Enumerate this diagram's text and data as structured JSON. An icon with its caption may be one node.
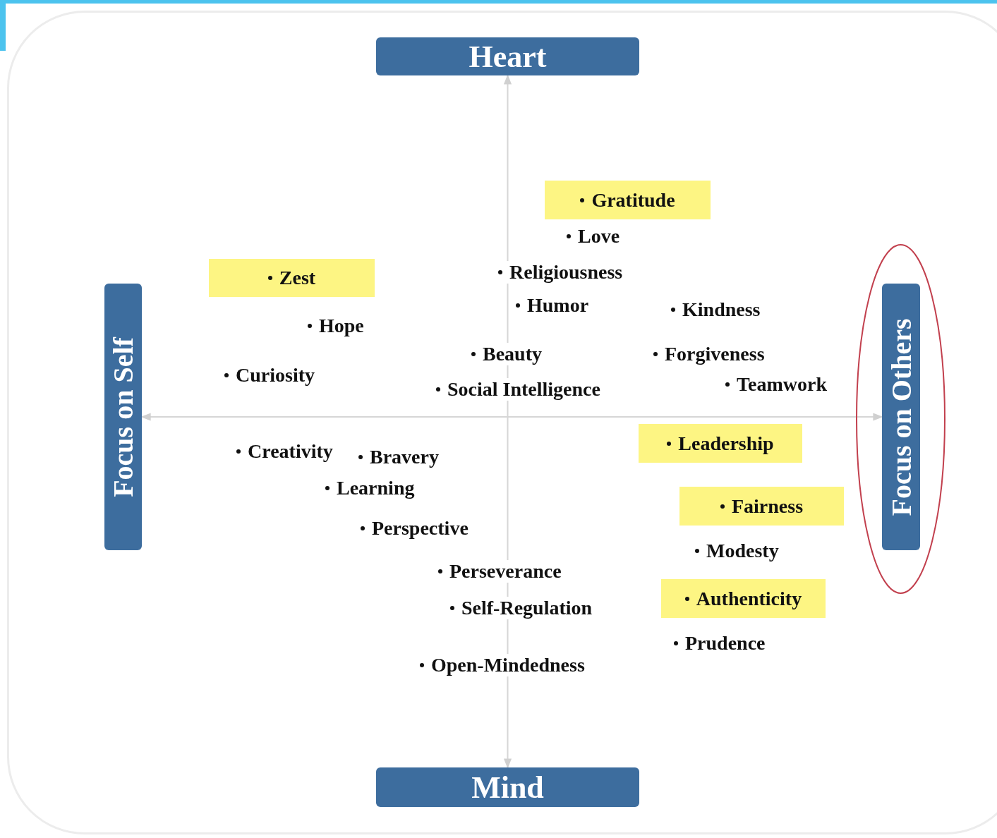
{
  "diagram": {
    "nodes": [
      {
        "text": [
          "Heart"
        ]
      },
      {
        "text": [
          "Gratitude"
        ]
      },
      {
        "text": [
          "Zest"
        ]
      },
      {
        "text": [
          "Focus on Self"
        ]
      },
      {
        "text": [],
        "shape": "ellipse"
      },
      {
        "text": [
          "Focus on Others"
        ],
        "in": 4
      },
      {
        "text": [
          "Leadership"
        ]
      },
      {
        "text": [
          "Fairness"
        ]
      },
      {
        "text": [
          "Authenticity"
        ]
      },
      {
        "text": [
          "Mind"
        ]
      }
    ],
    "edges": [
      {
        "from": 0,
        "to": 9,
        "arrow": "both"
      },
      {
        "from": 3,
        "to": 5,
        "arrow": "both"
      }
    ],
    "labels": [
      "Love",
      "Religiousness",
      "Humor",
      "Kindness",
      "Hope",
      "Beauty",
      "Forgiveness",
      "Curiosity",
      "Social Intelligence",
      "Teamwork",
      "Creativity",
      "Bravery",
      "Learning",
      "Perspective",
      "Modesty",
      "Perseverance",
      "Self-Regulation",
      "Prudence",
      "Open-Mindedness"
    ]
  }
}
